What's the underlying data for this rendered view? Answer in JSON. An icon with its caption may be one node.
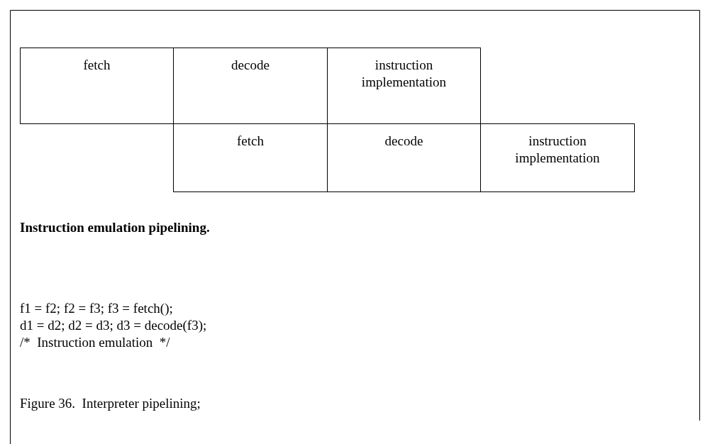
{
  "diagram": {
    "title": "Instruction emulation pipelining.",
    "caption": "Figure 36.  Interpreter pipelining;",
    "nodes": [
      {
        "text": [
          "fetch"
        ]
      },
      {
        "text": [
          "decode"
        ]
      },
      {
        "text": [
          "instruction implementation"
        ]
      },
      {
        "text": [
          "fetch"
        ]
      },
      {
        "text": [
          "decode"
        ]
      },
      {
        "text": [
          "instruction implementation"
        ]
      }
    ],
    "labels": [
      "f1 = f2; f2 = f3; f3 = fetch();",
      "d1 = d2; d2 = d3; d3 = decode(f3);",
      "/*  Instruction emulation  */"
    ]
  }
}
